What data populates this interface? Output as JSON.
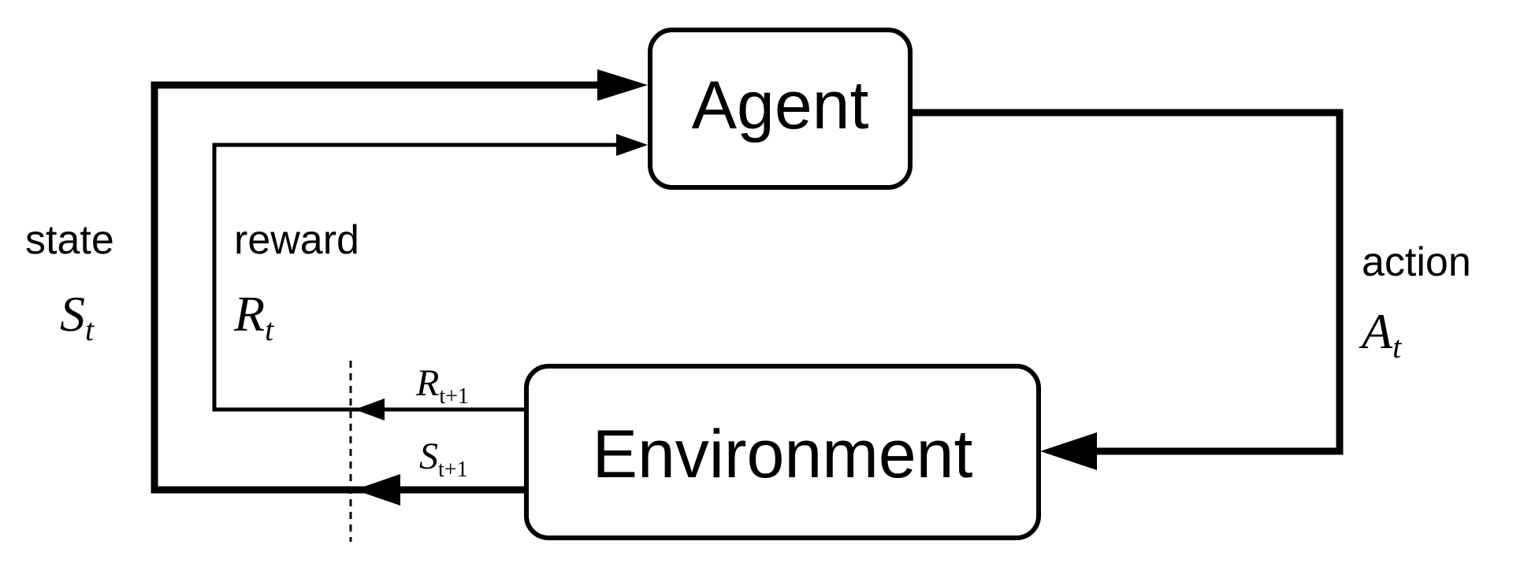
{
  "nodes": {
    "agent": {
      "label": "Agent"
    },
    "environment": {
      "label": "Environment"
    }
  },
  "edges": {
    "state": {
      "word": "state",
      "symbol": "S",
      "subscript": "t"
    },
    "reward": {
      "word": "reward",
      "symbol": "R",
      "subscript": "t"
    },
    "action": {
      "word": "action",
      "symbol": "A",
      "subscript": "t"
    },
    "next_reward": {
      "symbol": "R",
      "subscript": "t+1"
    },
    "next_state": {
      "symbol": "S",
      "subscript": "t+1"
    }
  },
  "colors": {
    "ink": "#000000",
    "background": "#ffffff"
  }
}
